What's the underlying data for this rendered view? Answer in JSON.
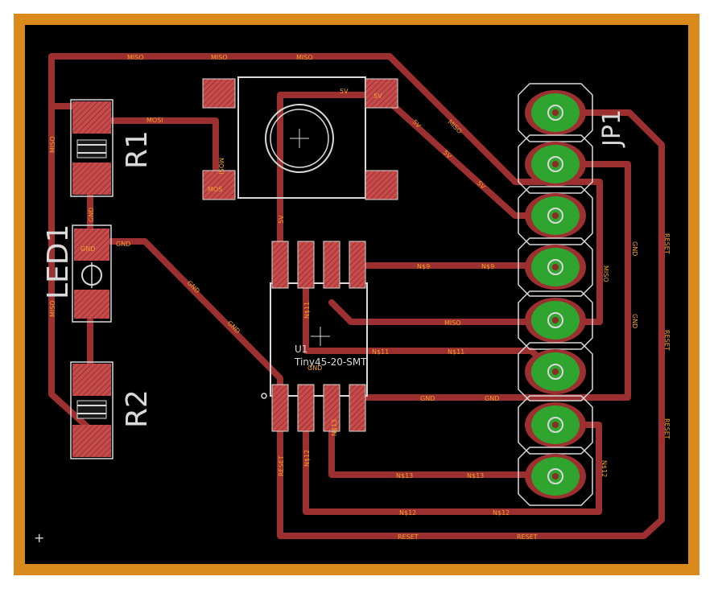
{
  "colors": {
    "background": "#000000",
    "outline": "#d98a1a",
    "trace": "#9c2f2f",
    "pad": "#c84b4b",
    "silk": "#d9d9d9",
    "net_label": "#f0a030",
    "via_ring": "#2fa52f",
    "via_hole": "#d9d9d9"
  },
  "components": {
    "r1": "R1",
    "r2": "R2",
    "led1": "LED1",
    "jp1": "JP1",
    "u1_name": "U1",
    "u1_value": "Tiny45-20-SMT"
  },
  "nets": {
    "miso": "MISO",
    "mosi": "MOSI",
    "gnd": "GND",
    "v5": "5V",
    "n9": "N$9",
    "n11": "N$11",
    "n12": "N$12",
    "n13": "N$13",
    "reset": "RESET",
    "mos_pad": "MOS"
  },
  "markers": {
    "origin": "+",
    "center": "+"
  }
}
